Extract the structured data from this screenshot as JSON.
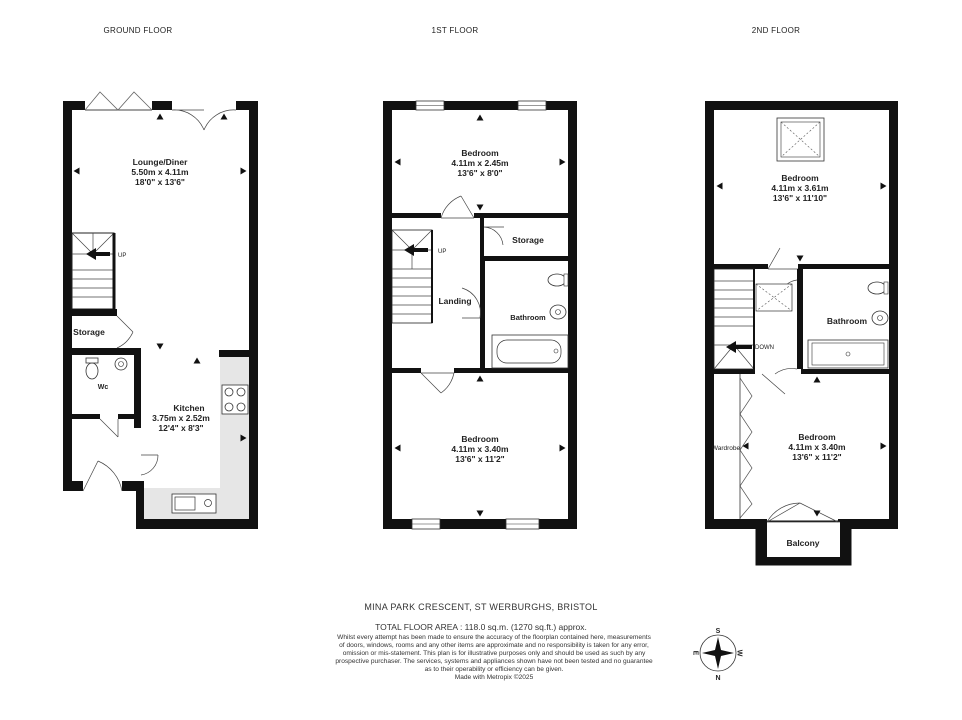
{
  "floors": {
    "ground": {
      "title": "GROUND FLOOR",
      "lounge": {
        "name": "Lounge/Diner",
        "dim_m": "5.50m  x 4.11m",
        "dim_ft": "18'0\"  x 13'6\""
      },
      "stairs_label": "UP",
      "storage": {
        "name": "Storage"
      },
      "wc": {
        "name": "Wc"
      },
      "kitchen": {
        "name": "Kitchen",
        "dim_m": "3.75m  x 2.52m",
        "dim_ft": "12'4\"  x 8'3\""
      }
    },
    "first": {
      "title": "1ST FLOOR",
      "bedroom_front": {
        "name": "Bedroom",
        "dim_m": "4.11m  x 2.45m",
        "dim_ft": "13'6\"  x 8'0\""
      },
      "storage": {
        "name": "Storage"
      },
      "stairs_label": "UP",
      "landing": {
        "name": "Landing"
      },
      "bathroom": {
        "name": "Bathroom"
      },
      "bedroom_rear": {
        "name": "Bedroom",
        "dim_m": "4.11m  x 3.40m",
        "dim_ft": "13'6\"  x 11'2\""
      }
    },
    "second": {
      "title": "2ND FLOOR",
      "bedroom_front": {
        "name": "Bedroom",
        "dim_m": "4.11m  x 3.61m",
        "dim_ft": "13'6\"  x 11'10\""
      },
      "bathroom": {
        "name": "Bathroom"
      },
      "stairs_label": "DOWN",
      "wardrobe": {
        "name": "Wardrobe"
      },
      "bedroom_rear": {
        "name": "Bedroom",
        "dim_m": "4.11m  x 3.40m",
        "dim_ft": "13'6\"  x 11'2\""
      },
      "balcony": {
        "name": "Balcony"
      }
    }
  },
  "footer": {
    "address": "MINA PARK CRESCENT, ST WERBURGHS, BRISTOL",
    "total_area": "TOTAL FLOOR AREA : 118.0 sq.m. (1270 sq.ft.) approx.",
    "disclaimer_lines": [
      "Whilst every attempt has been made to ensure the accuracy of the floorplan contained here, measurements",
      "of doors, windows, rooms and any other items are approximate and no responsibility is taken for any error,",
      "omission or mis-statement. This plan is for illustrative purposes only and should be used as such by any",
      "prospective purchaser. The services, systems and appliances shown have not been tested and no guarantee",
      "as to their operability or efficiency can be given.",
      "Made with Metropix ©2025"
    ]
  },
  "compass": {
    "n": "N",
    "s": "S",
    "e": "E",
    "w": "W"
  },
  "colors": {
    "wall": "#111111",
    "worktop": "#e6e6e6",
    "line": "#444444"
  }
}
